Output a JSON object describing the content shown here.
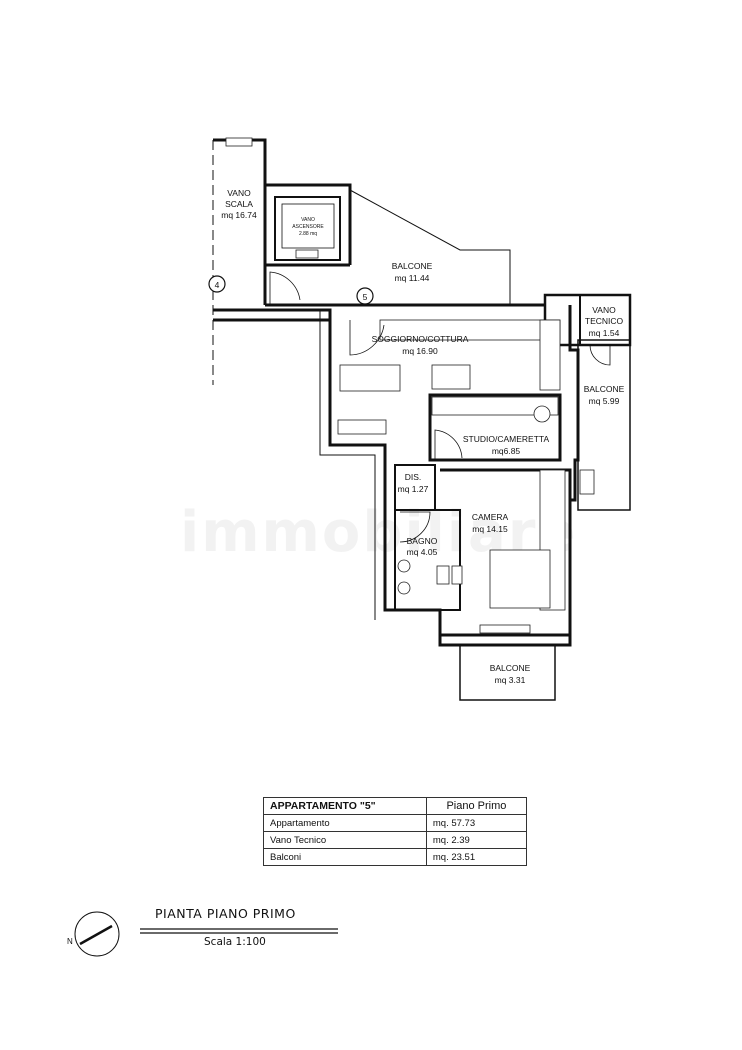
{
  "rooms": {
    "vano_scala": {
      "name_1": "VANO",
      "name_2": "SCALA",
      "area": "mq 16.74"
    },
    "vano_ascensore": {
      "name_1": "VANO",
      "name_2": "ASCENSORE",
      "area": "2.88 mq"
    },
    "balcone_1": {
      "name": "BALCONE",
      "area": "mq 11.44"
    },
    "vano_tecnico": {
      "name_1": "VANO",
      "name_2": "TECNICO",
      "area": "mq 1.54"
    },
    "soggiorno": {
      "name": "SOGGIORNO/COTTURA",
      "area": "mq 16.90"
    },
    "balcone_2": {
      "name": "BALCONE",
      "area": "mq 5.99"
    },
    "studio": {
      "name": "STUDIO/CAMERETTA",
      "area": "mq6.85"
    },
    "dis": {
      "name": "DIS.",
      "area": "mq 1.27"
    },
    "camera": {
      "name": "CAMERA",
      "area": "mq 14.15"
    },
    "bagno": {
      "name": "BAGNO",
      "area": "mq 4.05"
    },
    "balcone_3": {
      "name": "BALCONE",
      "area": "mq 3.31"
    }
  },
  "markers": {
    "m4": "4",
    "m5": "5"
  },
  "summary": {
    "header": {
      "label": "APPARTAMENTO \"5\"",
      "value": "Piano Primo"
    },
    "rows": [
      {
        "label": "Appartamento",
        "value": "mq. 57.73"
      },
      {
        "label": "Vano Tecnico",
        "value": "mq. 2.39"
      },
      {
        "label": "Balconi",
        "value": "mq. 23.51"
      }
    ]
  },
  "title": "PIANTA PIANO PRIMO",
  "scale": "Scala 1:100",
  "north": "N",
  "watermark": "immobiliare"
}
